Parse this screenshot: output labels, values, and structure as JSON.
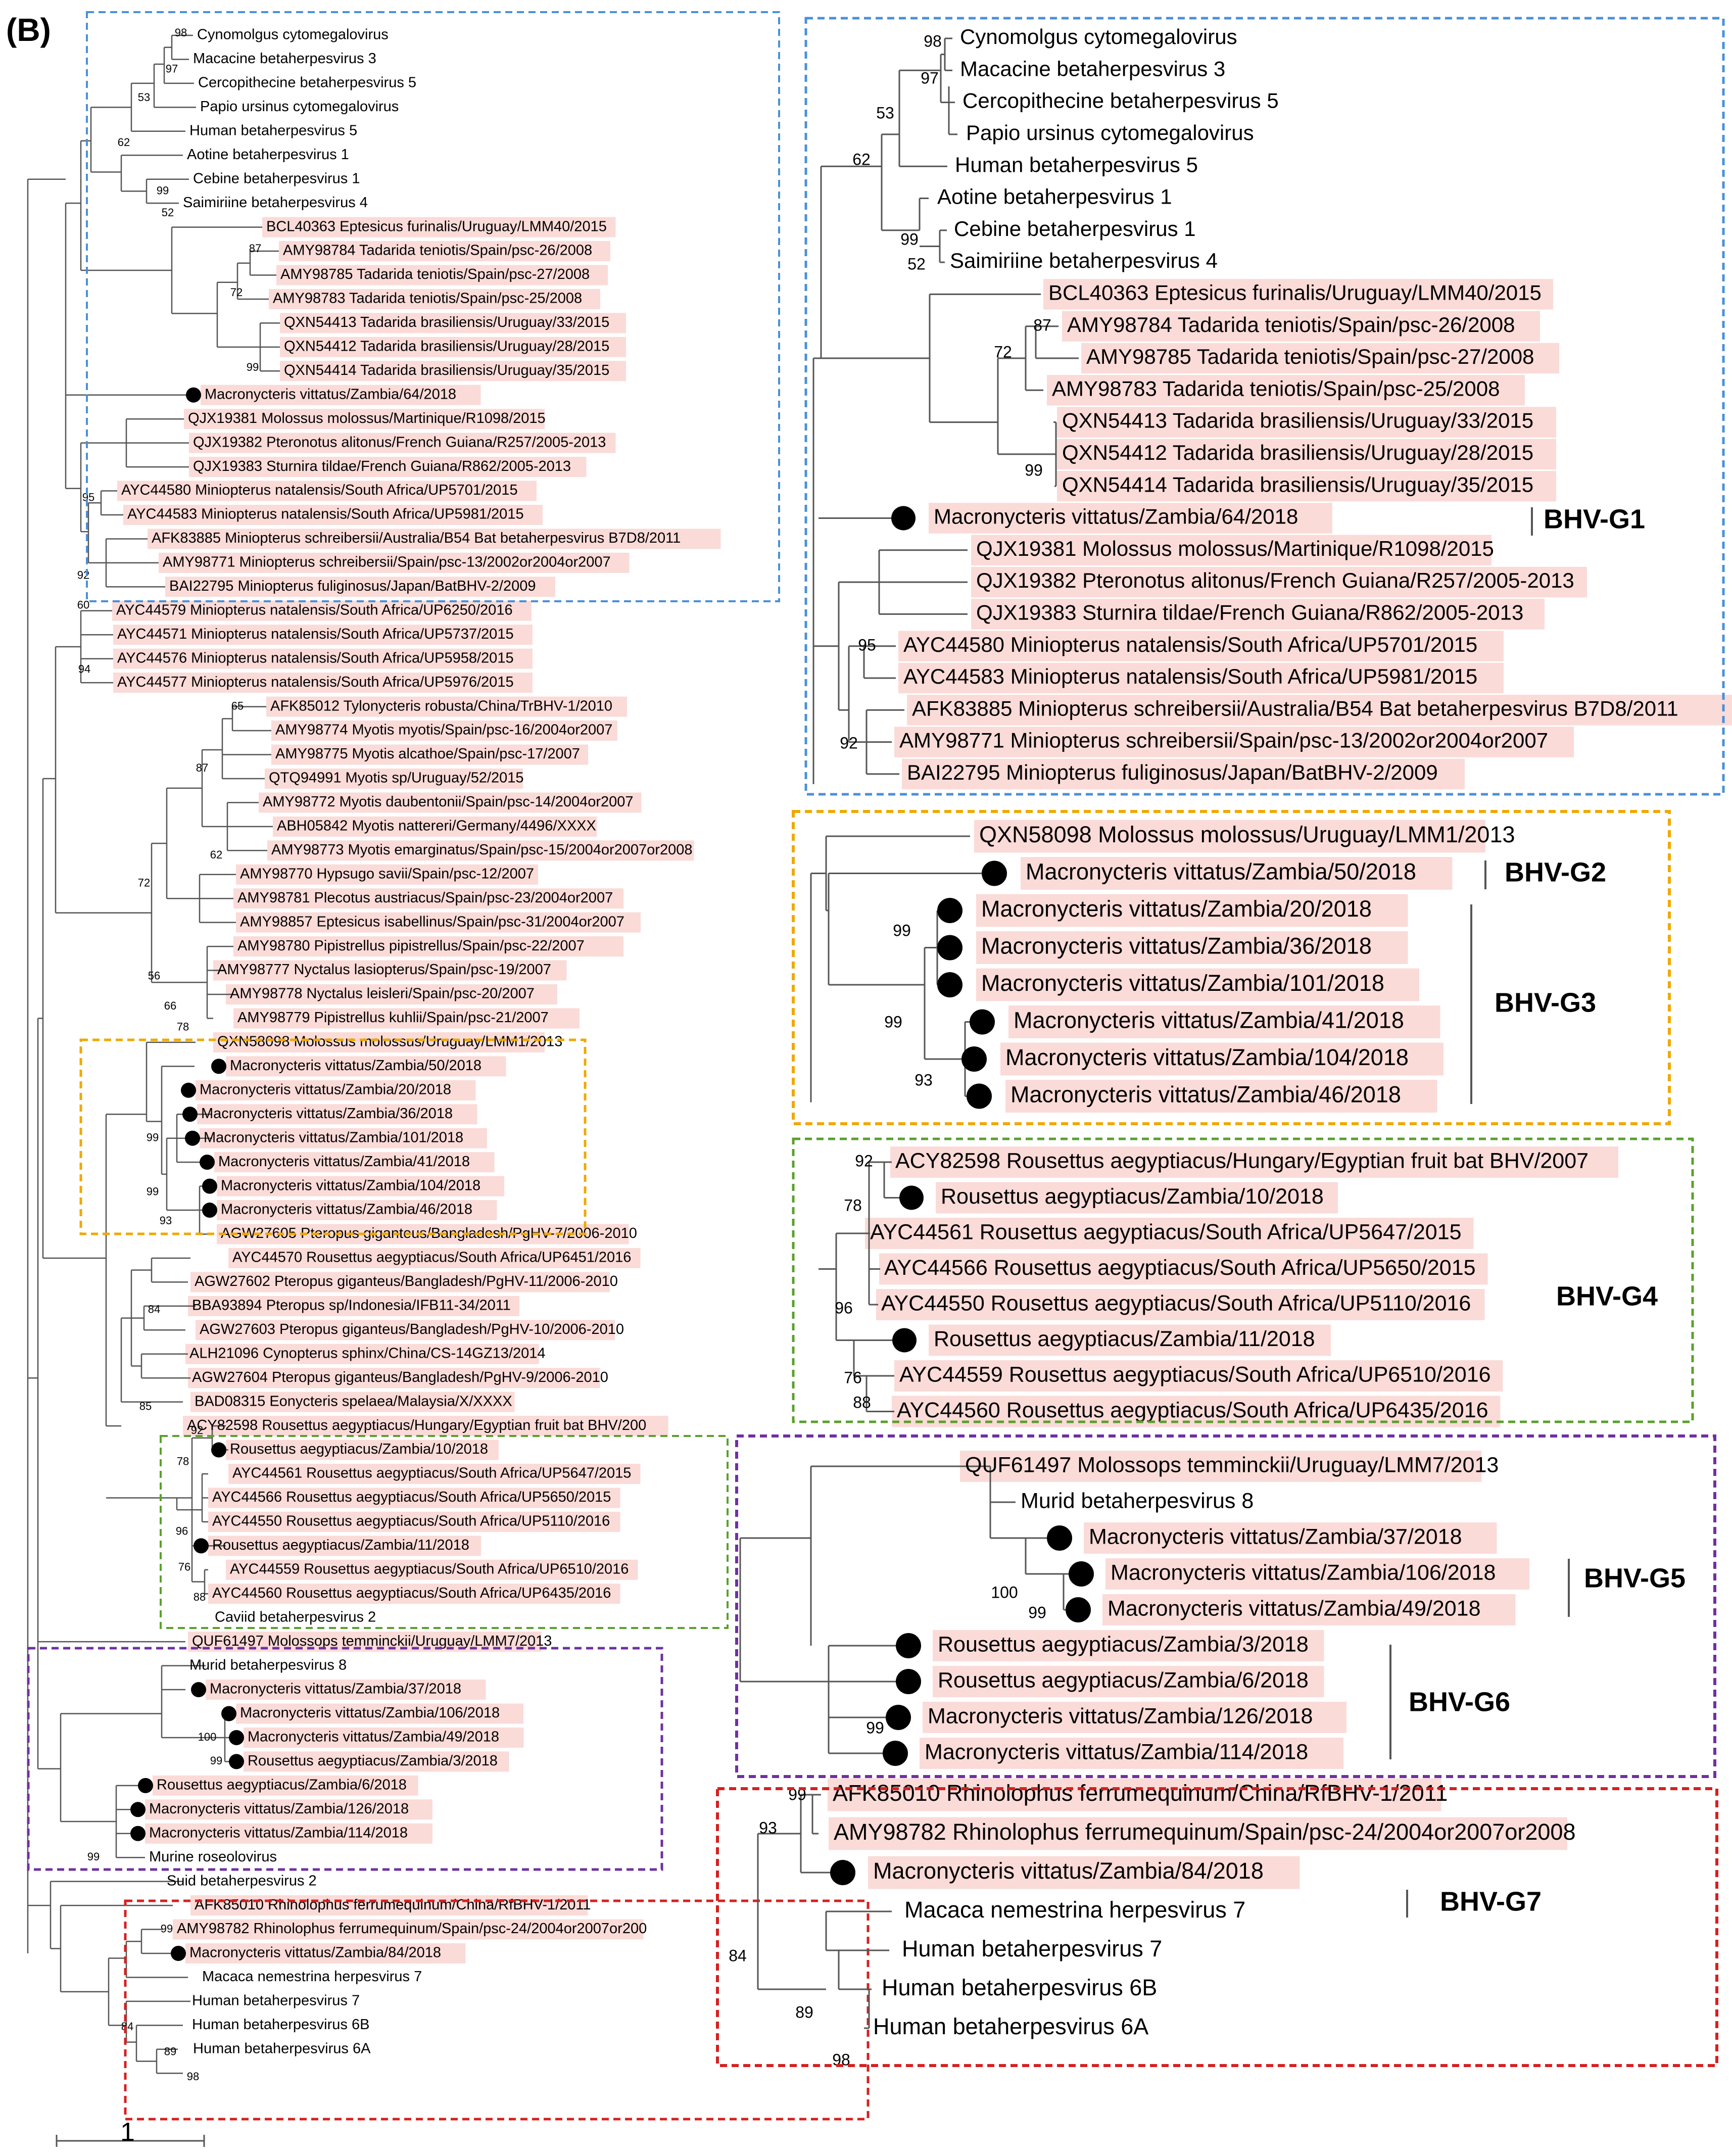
{
  "panel_label": "(B)",
  "scale_bar_label": "1",
  "colors": {
    "blue": "#4a90d9",
    "yellow": "#f0a800",
    "green": "#5aa02c",
    "purple": "#7030a0",
    "red": "#d62020",
    "highlight": "#fadbd8",
    "branch": "#555555"
  },
  "overview_leaves": [
    {
      "label": "Cynomolgus cytomegalovirus",
      "hl": false,
      "dot": false
    },
    {
      "label": "Macacine betaherpesvirus 3",
      "hl": false,
      "dot": false
    },
    {
      "label": "Cercopithecine betaherpesvirus 5",
      "hl": false,
      "dot": false
    },
    {
      "label": "Papio ursinus cytomegalovirus",
      "hl": false,
      "dot": false
    },
    {
      "label": "Human betaherpesvirus 5",
      "hl": false,
      "dot": false
    },
    {
      "label": "Aotine betaherpesvirus 1",
      "hl": false,
      "dot": false
    },
    {
      "label": "Cebine betaherpesvirus 1",
      "hl": false,
      "dot": false
    },
    {
      "label": "Saimiriine betaherpesvirus 4",
      "hl": false,
      "dot": false
    },
    {
      "label": "BCL40363 Eptesicus furinalis/Uruguay/LMM40/2015",
      "hl": true,
      "dot": false
    },
    {
      "label": "AMY98784 Tadarida teniotis/Spain/psc-26/2008",
      "hl": true,
      "dot": false
    },
    {
      "label": "AMY98785 Tadarida teniotis/Spain/psc-27/2008",
      "hl": true,
      "dot": false
    },
    {
      "label": "AMY98783 Tadarida teniotis/Spain/psc-25/2008",
      "hl": true,
      "dot": false
    },
    {
      "label": "QXN54413 Tadarida brasiliensis/Uruguay/33/2015",
      "hl": true,
      "dot": false
    },
    {
      "label": "QXN54412 Tadarida brasiliensis/Uruguay/28/2015",
      "hl": true,
      "dot": false
    },
    {
      "label": "QXN54414 Tadarida brasiliensis/Uruguay/35/2015",
      "hl": true,
      "dot": false
    },
    {
      "label": "Macronycteris vittatus/Zambia/64/2018",
      "hl": true,
      "dot": true
    },
    {
      "label": "QJX19381 Molossus molossus/Martinique/R1098/2015",
      "hl": true,
      "dot": false
    },
    {
      "label": "QJX19382 Pteronotus alitonus/French Guiana/R257/2005-2013",
      "hl": true,
      "dot": false
    },
    {
      "label": "QJX19383 Sturnira tildae/French Guiana/R862/2005-2013",
      "hl": true,
      "dot": false
    },
    {
      "label": "AYC44580 Miniopterus natalensis/South Africa/UP5701/2015",
      "hl": true,
      "dot": false
    },
    {
      "label": "AYC44583 Miniopterus natalensis/South Africa/UP5981/2015",
      "hl": true,
      "dot": false
    },
    {
      "label": "AFK83885 Miniopterus schreibersii/Australia/B54 Bat betaherpesvirus B7D8/2011",
      "hl": true,
      "dot": false
    },
    {
      "label": "AMY98771 Miniopterus schreibersii/Spain/psc-13/2002or2004or2007",
      "hl": true,
      "dot": false
    },
    {
      "label": "BAI22795 Miniopterus fuliginosus/Japan/BatBHV-2/2009",
      "hl": true,
      "dot": false
    },
    {
      "label": "AYC44579 Miniopterus natalensis/South Africa/UP6250/2016",
      "hl": true,
      "dot": false
    },
    {
      "label": "AYC44571 Miniopterus natalensis/South Africa/UP5737/2015",
      "hl": true,
      "dot": false
    },
    {
      "label": "AYC44576 Miniopterus natalensis/South Africa/UP5958/2015",
      "hl": true,
      "dot": false
    },
    {
      "label": "AYC44577 Miniopterus natalensis/South Africa/UP5976/2015",
      "hl": true,
      "dot": false
    },
    {
      "label": "AFK85012 Tylonycteris robusta/China/TrBHV-1/2010",
      "hl": true,
      "dot": false
    },
    {
      "label": "AMY98774 Myotis myotis/Spain/psc-16/2004or2007",
      "hl": true,
      "dot": false
    },
    {
      "label": "AMY98775 Myotis alcathoe/Spain/psc-17/2007",
      "hl": true,
      "dot": false
    },
    {
      "label": "QTQ94991 Myotis sp/Uruguay/52/2015",
      "hl": true,
      "dot": false
    },
    {
      "label": "AMY98772 Myotis daubentonii/Spain/psc-14/2004or2007",
      "hl": true,
      "dot": false
    },
    {
      "label": "ABH05842 Myotis nattereri/Germany/4496/XXXX",
      "hl": true,
      "dot": false
    },
    {
      "label": "AMY98773 Myotis emarginatus/Spain/psc-15/2004or2007or2008",
      "hl": true,
      "dot": false
    },
    {
      "label": "AMY98770 Hypsugo savii/Spain/psc-12/2007",
      "hl": true,
      "dot": false
    },
    {
      "label": "AMY98781 Plecotus austriacus/Spain/psc-23/2004or2007",
      "hl": true,
      "dot": false
    },
    {
      "label": "AMY98857 Eptesicus isabellinus/Spain/psc-31/2004or2007",
      "hl": true,
      "dot": false
    },
    {
      "label": "AMY98780 Pipistrellus pipistrellus/Spain/psc-22/2007",
      "hl": true,
      "dot": false
    },
    {
      "label": "AMY98777 Nyctalus lasiopterus/Spain/psc-19/2007",
      "hl": true,
      "dot": false
    },
    {
      "label": "AMY98778 Nyctalus leisleri/Spain/psc-20/2007",
      "hl": true,
      "dot": false
    },
    {
      "label": "AMY98779 Pipistrellus kuhlii/Spain/psc-21/2007",
      "hl": true,
      "dot": false
    },
    {
      "label": "QXN58098 Molossus molossus/Uruguay/LMM1/2013",
      "hl": true,
      "dot": false
    },
    {
      "label": "Macronycteris vittatus/Zambia/50/2018",
      "hl": true,
      "dot": true
    },
    {
      "label": "Macronycteris vittatus/Zambia/20/2018",
      "hl": true,
      "dot": true
    },
    {
      "label": "Macronycteris vittatus/Zambia/36/2018",
      "hl": true,
      "dot": true
    },
    {
      "label": "Macronycteris vittatus/Zambia/101/2018",
      "hl": true,
      "dot": true
    },
    {
      "label": "Macronycteris vittatus/Zambia/41/2018",
      "hl": true,
      "dot": true
    },
    {
      "label": "Macronycteris vittatus/Zambia/104/2018",
      "hl": true,
      "dot": true
    },
    {
      "label": "Macronycteris vittatus/Zambia/46/2018",
      "hl": true,
      "dot": true
    },
    {
      "label": "AGW27605 Pteropus giganteus/Bangladesh/PgHV-7/2006-2010",
      "hl": true,
      "dot": false
    },
    {
      "label": "AYC44570 Rousettus aegyptiacus/South Africa/UP6451/2016",
      "hl": true,
      "dot": false
    },
    {
      "label": "AGW27602 Pteropus giganteus/Bangladesh/PgHV-11/2006-2010",
      "hl": true,
      "dot": false
    },
    {
      "label": "BBA93894 Pteropus sp/Indonesia/IFB11-34/2011",
      "hl": true,
      "dot": false
    },
    {
      "label": "AGW27603 Pteropus giganteus/Bangladesh/PgHV-10/2006-2010",
      "hl": true,
      "dot": false
    },
    {
      "label": "ALH21096 Cynopterus sphinx/China/CS-14GZ13/2014",
      "hl": true,
      "dot": false
    },
    {
      "label": "AGW27604 Pteropus giganteus/Bangladesh/PgHV-9/2006-2010",
      "hl": true,
      "dot": false
    },
    {
      "label": "BAD08315 Eonycteris spelaea/Malaysia/X/XXXX",
      "hl": true,
      "dot": false
    },
    {
      "label": "ACY82598 Rousettus aegyptiacus/Hungary/Egyptian fruit bat BHV/200",
      "hl": true,
      "dot": false
    },
    {
      "label": "Rousettus aegyptiacus/Zambia/10/2018",
      "hl": true,
      "dot": true
    },
    {
      "label": "AYC44561 Rousettus aegyptiacus/South Africa/UP5647/2015",
      "hl": true,
      "dot": false
    },
    {
      "label": "AYC44566 Rousettus aegyptiacus/South Africa/UP5650/2015",
      "hl": true,
      "dot": false
    },
    {
      "label": "AYC44550 Rousettus aegyptiacus/South Africa/UP5110/2016",
      "hl": true,
      "dot": false
    },
    {
      "label": "Rousettus aegyptiacus/Zambia/11/2018",
      "hl": true,
      "dot": true
    },
    {
      "label": "AYC44559 Rousettus aegyptiacus/South Africa/UP6510/2016",
      "hl": true,
      "dot": false
    },
    {
      "label": "AYC44560 Rousettus aegyptiacus/South Africa/UP6435/2016",
      "hl": true,
      "dot": false
    },
    {
      "label": "Caviid betaherpesvirus 2",
      "hl": false,
      "dot": false
    },
    {
      "label": "QUF61497 Molossops temminckii/Uruguay/LMM7/2013",
      "hl": true,
      "dot": false
    },
    {
      "label": "Murid betaherpesvirus 8",
      "hl": false,
      "dot": false
    },
    {
      "label": "Macronycteris vittatus/Zambia/37/2018",
      "hl": true,
      "dot": true
    },
    {
      "label": "Macronycteris vittatus/Zambia/106/2018",
      "hl": true,
      "dot": true
    },
    {
      "label": "Macronycteris vittatus/Zambia/49/2018",
      "hl": true,
      "dot": true
    },
    {
      "label": "Rousettus aegyptiacus/Zambia/3/2018",
      "hl": true,
      "dot": true
    },
    {
      "label": "Rousettus aegyptiacus/Zambia/6/2018",
      "hl": true,
      "dot": true
    },
    {
      "label": "Macronycteris vittatus/Zambia/126/2018",
      "hl": true,
      "dot": true
    },
    {
      "label": "Macronycteris vittatus/Zambia/114/2018",
      "hl": true,
      "dot": true
    },
    {
      "label": "Murine roseolovirus",
      "hl": false,
      "dot": false
    },
    {
      "label": "Suid betaherpesvirus 2",
      "hl": false,
      "dot": false
    },
    {
      "label": "AFK85010 Rhinolophus ferrumequinum/China/RfBHV-1/2011",
      "hl": true,
      "dot": false
    },
    {
      "label": "AMY98782 Rhinolophus ferrumequinum/Spain/psc-24/2004or2007or200",
      "hl": true,
      "dot": false
    },
    {
      "label": "Macronycteris vittatus/Zambia/84/2018",
      "hl": true,
      "dot": true
    },
    {
      "label": "Macaca nemestrina herpesvirus 7",
      "hl": false,
      "dot": false
    },
    {
      "label": "Human betaherpesvirus 7",
      "hl": false,
      "dot": false
    },
    {
      "label": "Human betaherpesvirus 6B",
      "hl": false,
      "dot": false
    },
    {
      "label": "Human betaherpesvirus 6A",
      "hl": false,
      "dot": false
    }
  ],
  "overview_bootstraps": [
    "98",
    "97",
    "53",
    "62",
    "99",
    "52",
    "87",
    "72",
    "99",
    "95",
    "92",
    "60",
    "94",
    "65",
    "87",
    "62",
    "72",
    "56",
    "66",
    "78",
    "99",
    "99",
    "93",
    "84",
    "85",
    "92",
    "78",
    "96",
    "76",
    "88",
    "100",
    "99",
    "99",
    "99",
    "84",
    "89",
    "98"
  ],
  "zoom_panels": [
    {
      "group_labels": [
        "BHV-G1"
      ],
      "leaves": [
        {
          "label": "Cynomolgus cytomegalovirus",
          "hl": false,
          "dot": false
        },
        {
          "label": "Macacine betaherpesvirus 3",
          "hl": false,
          "dot": false
        },
        {
          "label": "Cercopithecine betaherpesvirus 5",
          "hl": false,
          "dot": false
        },
        {
          "label": "Papio ursinus cytomegalovirus",
          "hl": false,
          "dot": false
        },
        {
          "label": "Human betaherpesvirus 5",
          "hl": false,
          "dot": false
        },
        {
          "label": "Aotine betaherpesvirus 1",
          "hl": false,
          "dot": false
        },
        {
          "label": "Cebine betaherpesvirus 1",
          "hl": false,
          "dot": false
        },
        {
          "label": "Saimiriine betaherpesvirus 4",
          "hl": false,
          "dot": false
        },
        {
          "label": "BCL40363 Eptesicus furinalis/Uruguay/LMM40/2015",
          "hl": true,
          "dot": false
        },
        {
          "label": "AMY98784 Tadarida teniotis/Spain/psc-26/2008",
          "hl": true,
          "dot": false
        },
        {
          "label": "AMY98785 Tadarida teniotis/Spain/psc-27/2008",
          "hl": true,
          "dot": false
        },
        {
          "label": "AMY98783 Tadarida teniotis/Spain/psc-25/2008",
          "hl": true,
          "dot": false
        },
        {
          "label": "QXN54413 Tadarida brasiliensis/Uruguay/33/2015",
          "hl": true,
          "dot": false
        },
        {
          "label": "QXN54412 Tadarida brasiliensis/Uruguay/28/2015",
          "hl": true,
          "dot": false
        },
        {
          "label": "QXN54414 Tadarida brasiliensis/Uruguay/35/2015",
          "hl": true,
          "dot": false
        },
        {
          "label": "Macronycteris vittatus/Zambia/64/2018",
          "hl": true,
          "dot": true
        },
        {
          "label": "QJX19381 Molossus molossus/Martinique/R1098/2015",
          "hl": true,
          "dot": false
        },
        {
          "label": "QJX19382 Pteronotus alitonus/French Guiana/R257/2005-2013",
          "hl": true,
          "dot": false
        },
        {
          "label": "QJX19383 Sturnira tildae/French Guiana/R862/2005-2013",
          "hl": true,
          "dot": false
        },
        {
          "label": "AYC44580 Miniopterus natalensis/South Africa/UP5701/2015",
          "hl": true,
          "dot": false
        },
        {
          "label": "AYC44583 Miniopterus natalensis/South Africa/UP5981/2015",
          "hl": true,
          "dot": false
        },
        {
          "label": "AFK83885 Miniopterus schreibersii/Australia/B54 Bat betaherpesvirus B7D8/2011",
          "hl": true,
          "dot": false
        },
        {
          "label": "AMY98771 Miniopterus schreibersii/Spain/psc-13/2002or2004or2007",
          "hl": true,
          "dot": false
        },
        {
          "label": "BAI22795 Miniopterus fuliginosus/Japan/BatBHV-2/2009",
          "hl": true,
          "dot": false
        }
      ],
      "bootstraps": [
        "98",
        "97",
        "53",
        "62",
        "99",
        "52",
        "87",
        "72",
        "99",
        "95",
        "92"
      ]
    },
    {
      "group_labels": [
        "BHV-G2",
        "BHV-G3"
      ],
      "leaves": [
        {
          "label": "QXN58098 Molossus molossus/Uruguay/LMM1/2013",
          "hl": true,
          "dot": false
        },
        {
          "label": "Macronycteris vittatus/Zambia/50/2018",
          "hl": true,
          "dot": true
        },
        {
          "label": "Macronycteris vittatus/Zambia/20/2018",
          "hl": true,
          "dot": true
        },
        {
          "label": "Macronycteris vittatus/Zambia/36/2018",
          "hl": true,
          "dot": true
        },
        {
          "label": "Macronycteris vittatus/Zambia/101/2018",
          "hl": true,
          "dot": true
        },
        {
          "label": "Macronycteris vittatus/Zambia/41/2018",
          "hl": true,
          "dot": true
        },
        {
          "label": "Macronycteris vittatus/Zambia/104/2018",
          "hl": true,
          "dot": true
        },
        {
          "label": "Macronycteris vittatus/Zambia/46/2018",
          "hl": true,
          "dot": true
        }
      ],
      "bootstraps": [
        "99",
        "99",
        "93"
      ]
    },
    {
      "group_labels": [
        "BHV-G4"
      ],
      "leaves": [
        {
          "label": "ACY82598 Rousettus aegyptiacus/Hungary/Egyptian fruit bat BHV/2007",
          "hl": true,
          "dot": false
        },
        {
          "label": "Rousettus aegyptiacus/Zambia/10/2018",
          "hl": true,
          "dot": true
        },
        {
          "label": "AYC44561 Rousettus aegyptiacus/South Africa/UP5647/2015",
          "hl": true,
          "dot": false
        },
        {
          "label": "AYC44566 Rousettus aegyptiacus/South Africa/UP5650/2015",
          "hl": true,
          "dot": false
        },
        {
          "label": "AYC44550 Rousettus aegyptiacus/South Africa/UP5110/2016",
          "hl": true,
          "dot": false
        },
        {
          "label": "Rousettus aegyptiacus/Zambia/11/2018",
          "hl": true,
          "dot": true
        },
        {
          "label": "AYC44559 Rousettus aegyptiacus/South Africa/UP6510/2016",
          "hl": true,
          "dot": false
        },
        {
          "label": "AYC44560 Rousettus aegyptiacus/South Africa/UP6435/2016",
          "hl": true,
          "dot": false
        }
      ],
      "bootstraps": [
        "92",
        "78",
        "96",
        "76",
        "88"
      ]
    },
    {
      "group_labels": [
        "BHV-G5",
        "BHV-G6"
      ],
      "leaves": [
        {
          "label": "QUF61497 Molossops temminckii/Uruguay/LMM7/2013",
          "hl": true,
          "dot": false
        },
        {
          "label": "Murid betaherpesvirus 8",
          "hl": false,
          "dot": false
        },
        {
          "label": "Macronycteris vittatus/Zambia/37/2018",
          "hl": true,
          "dot": true
        },
        {
          "label": "Macronycteris vittatus/Zambia/106/2018",
          "hl": true,
          "dot": true
        },
        {
          "label": "Macronycteris vittatus/Zambia/49/2018",
          "hl": true,
          "dot": true
        },
        {
          "label": "Rousettus aegyptiacus/Zambia/3/2018",
          "hl": true,
          "dot": true
        },
        {
          "label": "Rousettus aegyptiacus/Zambia/6/2018",
          "hl": true,
          "dot": true
        },
        {
          "label": "Macronycteris vittatus/Zambia/126/2018",
          "hl": true,
          "dot": true
        },
        {
          "label": "Macronycteris vittatus/Zambia/114/2018",
          "hl": true,
          "dot": true
        }
      ],
      "bootstraps": [
        "100",
        "99",
        "99"
      ]
    },
    {
      "group_labels": [
        "BHV-G7"
      ],
      "leaves": [
        {
          "label": "AFK85010 Rhinolophus ferrumequinum/China/RfBHV-1/2011",
          "hl": true,
          "dot": false
        },
        {
          "label": "AMY98782 Rhinolophus ferrumequinum/Spain/psc-24/2004or2007or2008",
          "hl": true,
          "dot": false
        },
        {
          "label": "Macronycteris vittatus/Zambia/84/2018",
          "hl": true,
          "dot": true
        },
        {
          "label": "Macaca nemestrina herpesvirus 7",
          "hl": false,
          "dot": false
        },
        {
          "label": "Human betaherpesvirus 7",
          "hl": false,
          "dot": false
        },
        {
          "label": "Human betaherpesvirus 6B",
          "hl": false,
          "dot": false
        },
        {
          "label": "Human betaherpesvirus 6A",
          "hl": false,
          "dot": false
        }
      ],
      "bootstraps": [
        "99",
        "93",
        "84",
        "89",
        "98"
      ]
    }
  ]
}
